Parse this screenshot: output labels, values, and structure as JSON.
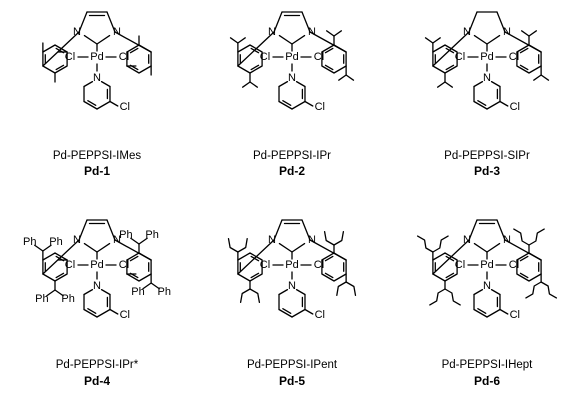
{
  "atoms": {
    "chlorine": "Cl",
    "palladium": "Pd",
    "nitrogen": "N",
    "phenyl": "Ph"
  },
  "compounds": [
    {
      "name": "Pd-PEPPSI-IMes",
      "label": "Pd-1"
    },
    {
      "name": "Pd-PEPPSI-IPr",
      "label": "Pd-2"
    },
    {
      "name": "Pd-PEPPSI-SIPr",
      "label": "Pd-3"
    },
    {
      "name": "Pd-PEPPSI-IPr*",
      "label": "Pd-4"
    },
    {
      "name": "Pd-PEPPSI-IPent",
      "label": "Pd-5"
    },
    {
      "name": "Pd-PEPPSI-IHept",
      "label": "Pd-6"
    }
  ]
}
